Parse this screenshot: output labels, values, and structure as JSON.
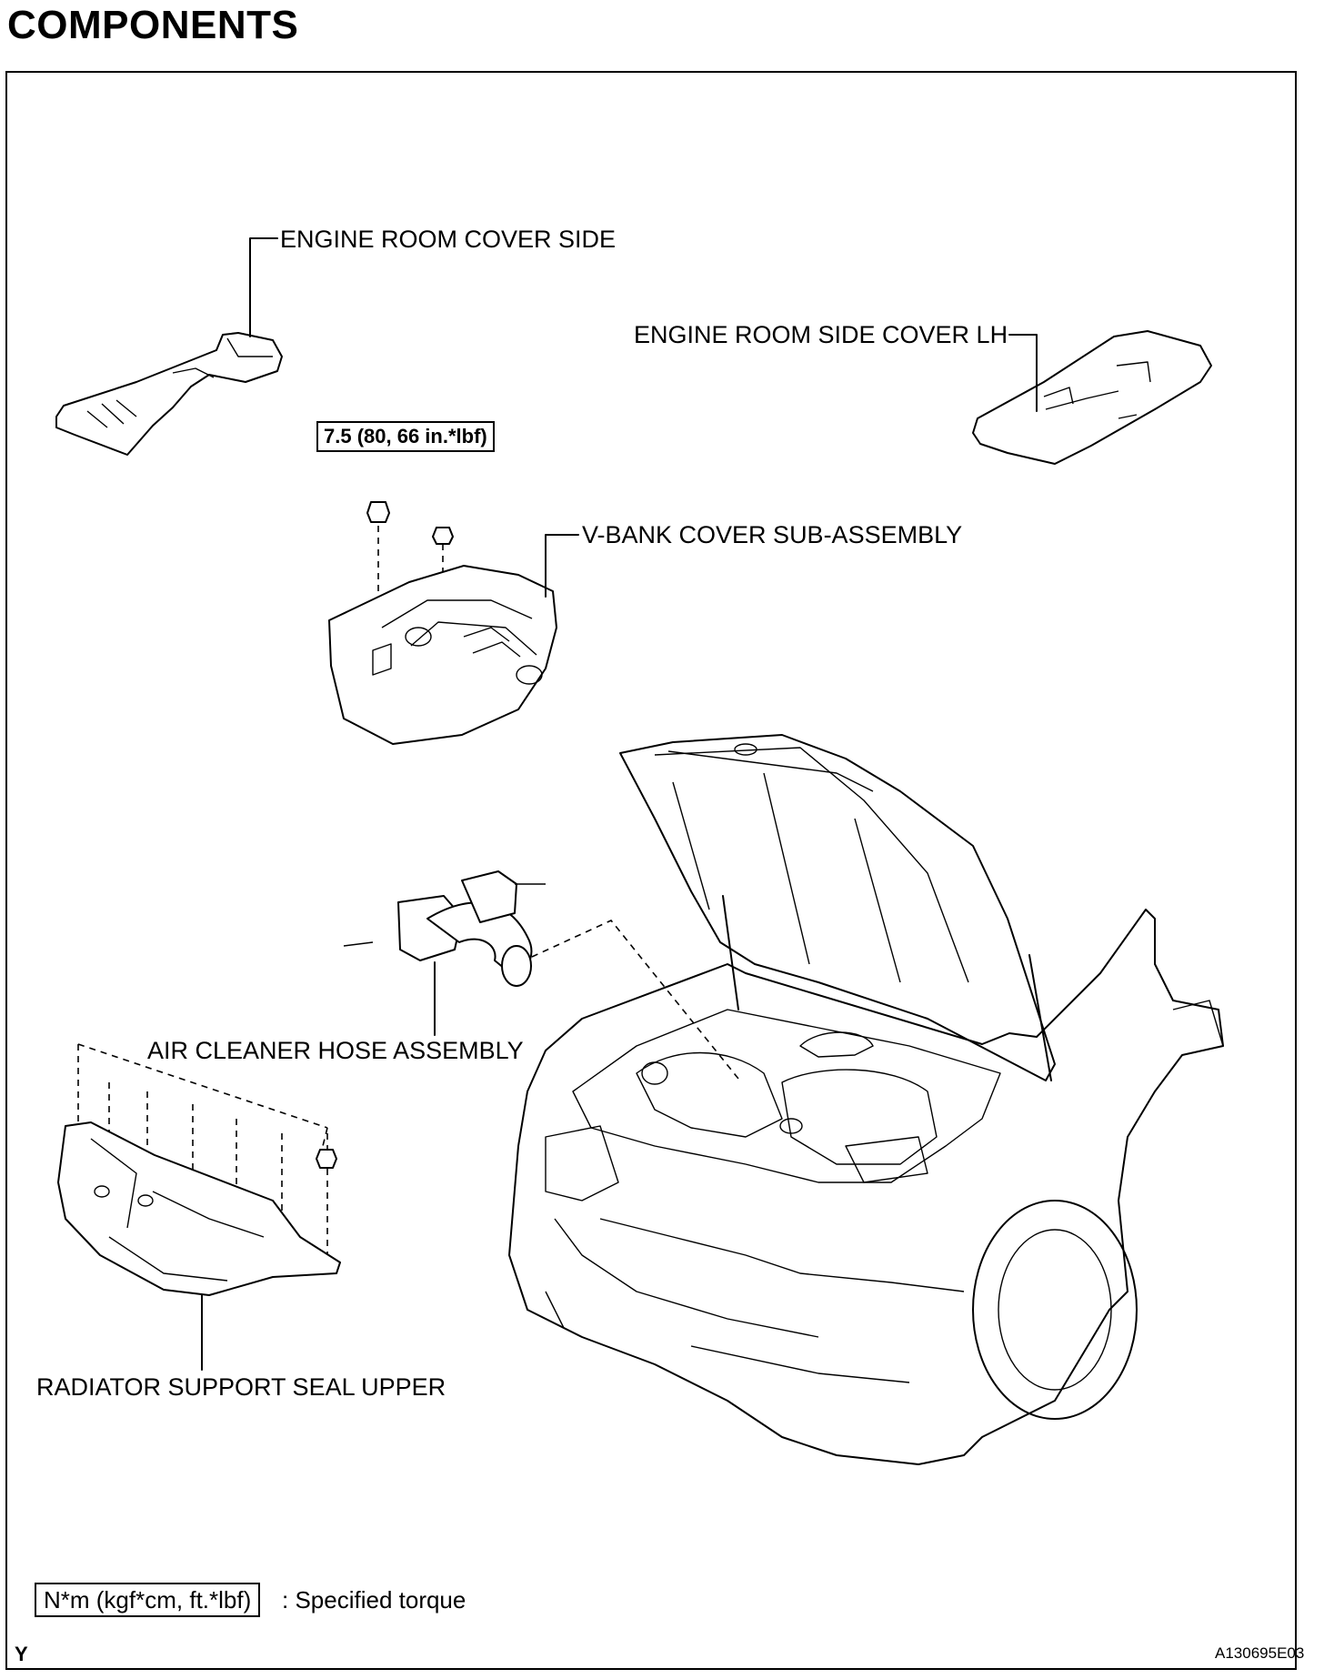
{
  "page": {
    "title": "COMPONENTS",
    "corner_left": "Y",
    "corner_right": "A130695E03"
  },
  "labels": {
    "engine_room_cover_side": "ENGINE ROOM COVER SIDE",
    "engine_room_side_cover_lh": "ENGINE ROOM SIDE COVER LH",
    "v_bank_cover": "V-BANK COVER SUB-ASSEMBLY",
    "air_cleaner_hose": "AIR CLEANER HOSE ASSEMBLY",
    "radiator_support_seal": "RADIATOR SUPPORT SEAL UPPER"
  },
  "torque": {
    "v_bank_nut": "7.5 (80, 66 in.*lbf)"
  },
  "legend": {
    "unit": "N*m (kgf*cm, ft.*lbf)",
    "text": ": Specified torque"
  }
}
